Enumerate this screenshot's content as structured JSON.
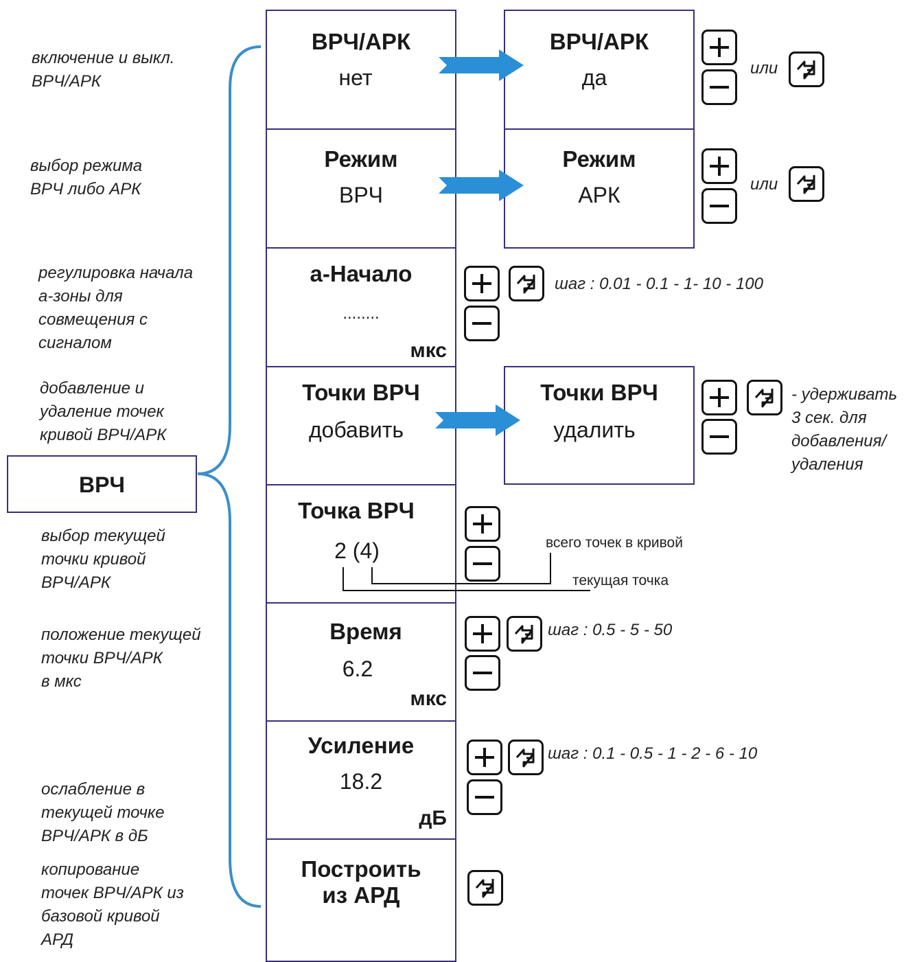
{
  "side_box": {
    "label": "ВРЧ"
  },
  "descriptions": [
    "включение и выкл.\nВРЧ/АРК",
    "выбор режима\nВРЧ либо АРК",
    "регулировка начала\nа-зоны для\nсовмещения  с\nсигналом",
    "добавление и\nудаление точек\nкривой ВРЧ/АРК",
    "выбор текущей\nточки кривой\nВРЧ/АРК",
    "положение текущей\nточки ВРЧ/АРК\nв мкс",
    "ослабление в\nтекущей точке\nВРЧ/АРК в дБ",
    "копирование\nточек ВРЧ/АРК из\nбазовой кривой\nАРД"
  ],
  "menu": [
    {
      "title": "ВРЧ/АРК",
      "value": "нет",
      "unit": ""
    },
    {
      "title": "Режим",
      "value": "ВРЧ",
      "unit": ""
    },
    {
      "title": "а-Начало",
      "value": "........",
      "unit": "мкс"
    },
    {
      "title": "Точки ВРЧ",
      "value": "добавить",
      "unit": ""
    },
    {
      "title": "Точка ВРЧ",
      "value": "2 (4)",
      "unit": ""
    },
    {
      "title": "Время",
      "value": "6.2",
      "unit": "мкс"
    },
    {
      "title": "Усиление",
      "value": "18.2",
      "unit": "дБ"
    },
    {
      "title": "Построить\nиз АРД",
      "value": "",
      "unit": ""
    }
  ],
  "results": [
    {
      "title": "ВРЧ/АРК",
      "value": "да"
    },
    {
      "title": "Режим",
      "value": "АРК"
    },
    {
      "title": "Точки ВРЧ",
      "value": "удалить"
    }
  ],
  "notes": {
    "or_1": "или",
    "or_2": "или",
    "step_start": "шаг : 0.01 - 0.1 - 1- 10 - 100",
    "hold": "- удерживать\n3 сек. для\nдобавления/\nудаления",
    "step_time": "шаг : 0.5 - 5 - 50",
    "step_gain": "шаг : 0.1 - 0.5 - 1 - 2 - 6 - 10"
  },
  "annotations": {
    "total_points": "всего точек в кривой",
    "current_point": "текущая точка"
  },
  "icons": {
    "plus": "plus-key-icon",
    "minus": "minus-key-icon",
    "enter": "enter-key-icon",
    "arrow": "right-arrow-icon"
  },
  "colors": {
    "cell_border": "#3a2f7a",
    "arrow": "#2a8fd6",
    "brace": "#3a8fc8"
  }
}
